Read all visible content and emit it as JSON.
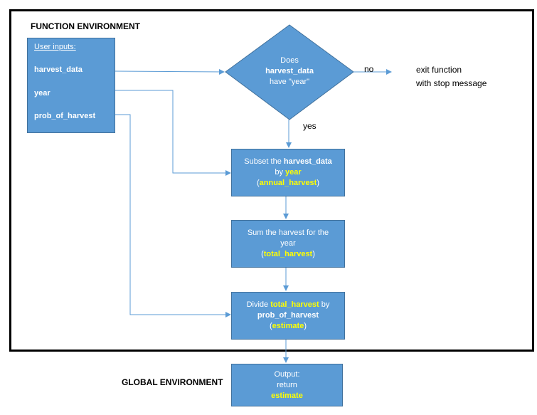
{
  "headings": {
    "function_env": "FUNCTION ENVIRONMENT",
    "global_env": "GLOBAL ENVIRONMENT"
  },
  "inputs_box": {
    "title": "User inputs:",
    "items": [
      "harvest_data",
      "year",
      "prob_of_harvest"
    ]
  },
  "decision": {
    "line1": "Does",
    "line2": "harvest_data",
    "line3": "have \"year\""
  },
  "branch_labels": {
    "no": "no",
    "yes": "yes"
  },
  "exit": {
    "line1": "exit function",
    "line2": "with stop message"
  },
  "step_subset": {
    "pre": "Subset the ",
    "var1": "harvest_data",
    "by": "by ",
    "var2": "year",
    "result": "annual_harvest"
  },
  "step_sum": {
    "line1": "Sum the harvest for the",
    "line2": "year",
    "result": "total_harvest"
  },
  "step_divide": {
    "pre": "Divide ",
    "var1": "total_harvest",
    "by": " by",
    "var2": "prob_of_harvest",
    "result": "estimate"
  },
  "output_box": {
    "line1": "Output:",
    "line2": "return",
    "result": "estimate"
  },
  "colors": {
    "box_fill": "#5b9bd5",
    "box_border": "#41719c",
    "highlight": "#ffff00",
    "arrow": "#5b9bd5"
  }
}
